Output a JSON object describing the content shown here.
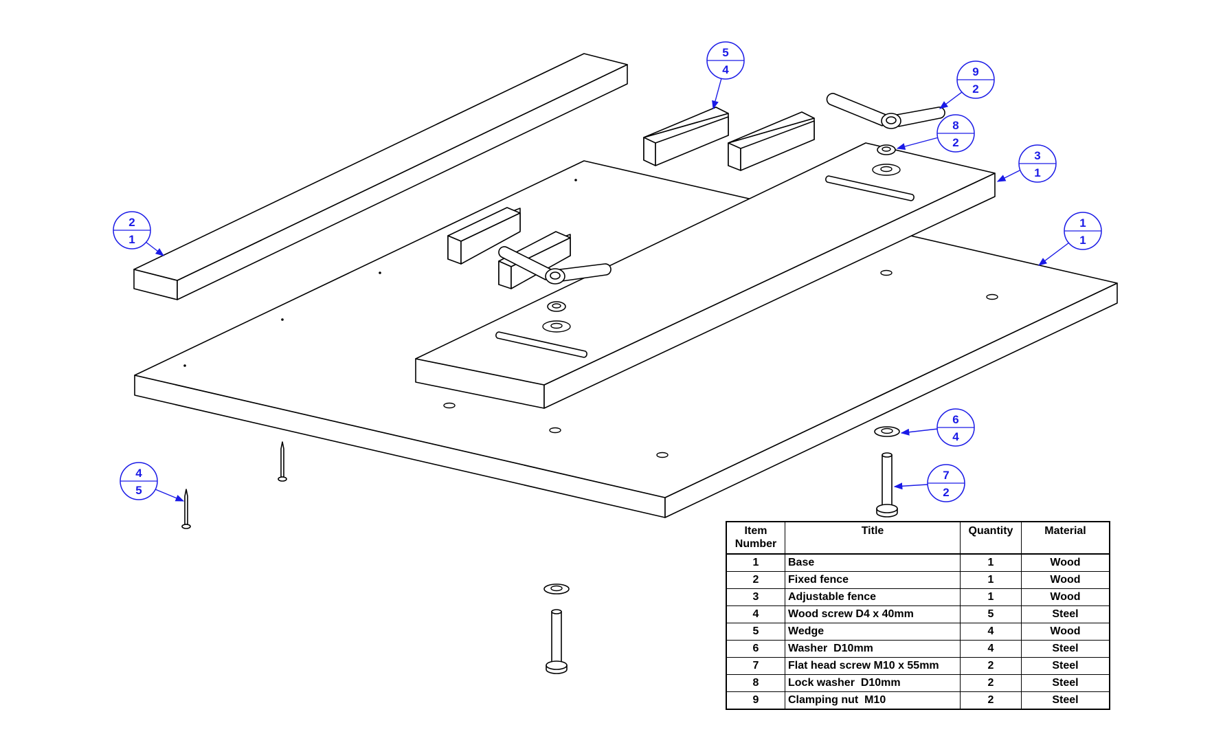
{
  "balloons": [
    {
      "id": "base",
      "item": "1",
      "qty": "1"
    },
    {
      "id": "fixed-fence",
      "item": "2",
      "qty": "1"
    },
    {
      "id": "adjustable-fence",
      "item": "3",
      "qty": "1"
    },
    {
      "id": "wood-screw",
      "item": "4",
      "qty": "5"
    },
    {
      "id": "wedge",
      "item": "5",
      "qty": "4"
    },
    {
      "id": "washer",
      "item": "6",
      "qty": "4"
    },
    {
      "id": "flat-head-screw",
      "item": "7",
      "qty": "2"
    },
    {
      "id": "lock-washer",
      "item": "8",
      "qty": "2"
    },
    {
      "id": "clamping-nut",
      "item": "9",
      "qty": "2"
    }
  ],
  "bom": {
    "headers": {
      "item_number_line1": "Item",
      "item_number_line2": "Number",
      "title": "Title",
      "quantity": "Quantity",
      "material": "Material"
    },
    "rows": [
      {
        "item": "1",
        "title": "Base",
        "qty": "1",
        "material": "Wood"
      },
      {
        "item": "2",
        "title": "Fixed fence",
        "qty": "1",
        "material": "Wood"
      },
      {
        "item": "3",
        "title": "Adjustable fence",
        "qty": "1",
        "material": "Wood"
      },
      {
        "item": "4",
        "title": "Wood screw D4 x 40mm",
        "qty": "5",
        "material": "Steel"
      },
      {
        "item": "5",
        "title": "Wedge",
        "qty": "4",
        "material": "Wood"
      },
      {
        "item": "6",
        "title": "Washer  D10mm",
        "qty": "4",
        "material": "Steel"
      },
      {
        "item": "7",
        "title": "Flat head screw M10 x 55mm",
        "qty": "2",
        "material": "Steel"
      },
      {
        "item": "8",
        "title": "Lock washer  D10mm",
        "qty": "2",
        "material": "Steel"
      },
      {
        "item": "9",
        "title": "Clamping nut  M10",
        "qty": "2",
        "material": "Steel"
      }
    ]
  }
}
